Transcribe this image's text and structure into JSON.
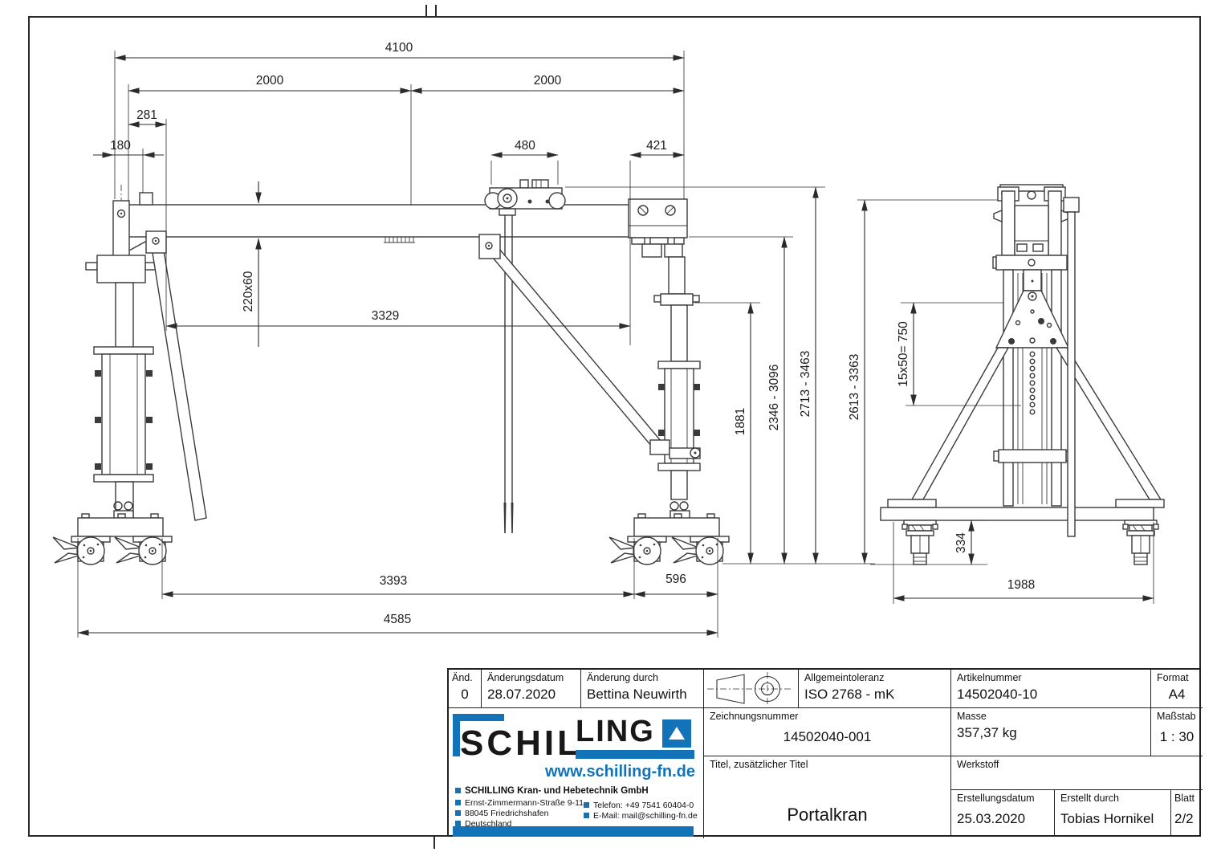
{
  "dims": {
    "front": {
      "total_top": "4100",
      "left_half": "2000",
      "right_half": "2000",
      "d281": "281",
      "d180": "180",
      "d480": "480",
      "d421": "421",
      "beam_section": "220x60",
      "inner_clear": "3329",
      "h1881": "1881",
      "h2346": "2346 - 3096",
      "h2713": "2713 - 3463",
      "h2613": "2613 - 3363",
      "d596": "596",
      "d3393": "3393",
      "d4585": "4585"
    },
    "side": {
      "holes": "15x50= 750",
      "d334": "334",
      "d1988": "1988"
    }
  },
  "tb": {
    "revision": {
      "col1_label": "Änd.",
      "col1_value": "0",
      "col2_label": "Änderungsdatum",
      "col2_value": "28.07.2020",
      "col3_label": "Änderung durch",
      "col3_value": "Bettina Neuwirth"
    },
    "tolerance": {
      "label": "Allgemeintoleranz",
      "value": "ISO 2768 - mK"
    },
    "article": {
      "label": "Artikelnummer",
      "value": "14502040-10"
    },
    "format": {
      "label": "Format",
      "value": "A4"
    },
    "drawing_no": {
      "label": "Zeichnungsnummer",
      "value": "14502040-001"
    },
    "mass": {
      "label": "Masse",
      "value": "357,37 kg"
    },
    "scale": {
      "label": "Maßstab",
      "value": "1 : 30"
    },
    "title": {
      "label": "Titel, zusätzlicher Titel",
      "value": "Portalkran"
    },
    "material": {
      "label": "Werkstoff",
      "value": ""
    },
    "created": {
      "label": "Erstellungsdatum",
      "value": "25.03.2020"
    },
    "creator": {
      "label": "Erstellt durch",
      "value": "Tobias Hornikel"
    },
    "sheet": {
      "label": "Blatt",
      "value": "2/2"
    },
    "company": {
      "logo_part1": "SCHIL",
      "logo_part2": "LING",
      "website": "www.schilling-fn.de",
      "name": "SCHILLING Kran- und Hebetechnik GmbH",
      "addr1": "Ernst-Zimmermann-Straße 9-11",
      "addr2": "88045 Friedrichshafen",
      "addr3": "Deutschland",
      "phone": "Telefon: +49 7541 60404-0",
      "email": "E-Mail: mail@schilling-fn.de"
    },
    "colors": {
      "accent_blue": "#1273b8",
      "line": "#2a2a2a"
    }
  }
}
